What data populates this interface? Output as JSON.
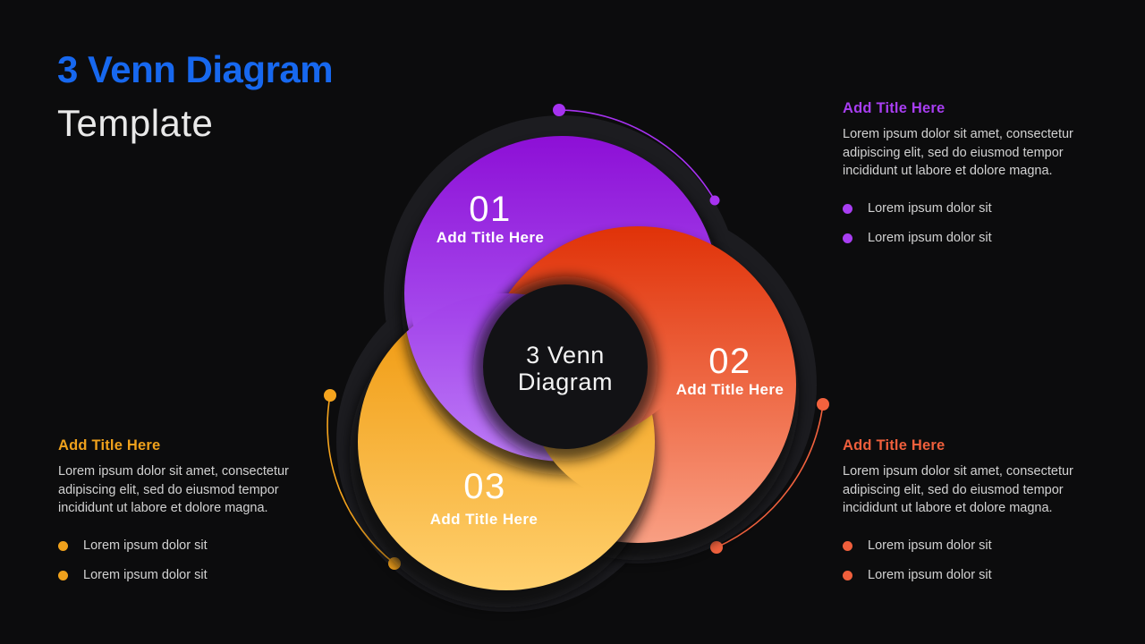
{
  "header": {
    "title_line1": "3 Venn Diagram",
    "title_line2": "Template",
    "title_color": "#1768ef"
  },
  "venn": {
    "center": {
      "line1": "3 Venn",
      "line2": "Diagram"
    },
    "circles": [
      {
        "number": "01",
        "label": "Add Title Here",
        "gradient_top": "#8d0fd6",
        "gradient_bottom": "#bd7cf7",
        "accent": "#a632f0"
      },
      {
        "number": "02",
        "label": "Add Title Here",
        "gradient_top": "#e03208",
        "gradient_bottom": "#f99f83",
        "accent": "#f2623e"
      },
      {
        "number": "03",
        "label": "Add Title Here",
        "gradient_top": "#ef960a",
        "gradient_bottom": "#ffd06e",
        "accent": "#f5a41e"
      }
    ]
  },
  "panels": [
    {
      "position": "top-right",
      "accent": "#a83ef2",
      "heading": "Add Title Here",
      "body": "Lorem ipsum dolor sit amet, consectetur adipiscing elit, sed do eiusmod tempor incididunt ut labore et dolore magna.",
      "bullets": [
        "Lorem ipsum dolor sit",
        "Lorem ipsum dolor sit"
      ]
    },
    {
      "position": "bottom-left",
      "accent": "#efa11c",
      "heading": "Add Title Here",
      "body": "Lorem ipsum dolor sit amet, consectetur adipiscing elit, sed do eiusmod tempor incididunt ut labore et dolore magna.",
      "bullets": [
        "Lorem ipsum dolor sit",
        "Lorem ipsum dolor sit"
      ]
    },
    {
      "position": "bottom-right",
      "accent": "#ef5f3c",
      "heading": "Add Title Here",
      "body": "Lorem ipsum dolor sit amet, consectetur adipiscing elit, sed do eiusmod tempor incididunt ut labore et dolore magna.",
      "bullets": [
        "Lorem ipsum dolor sit",
        "Lorem ipsum dolor sit"
      ]
    }
  ]
}
